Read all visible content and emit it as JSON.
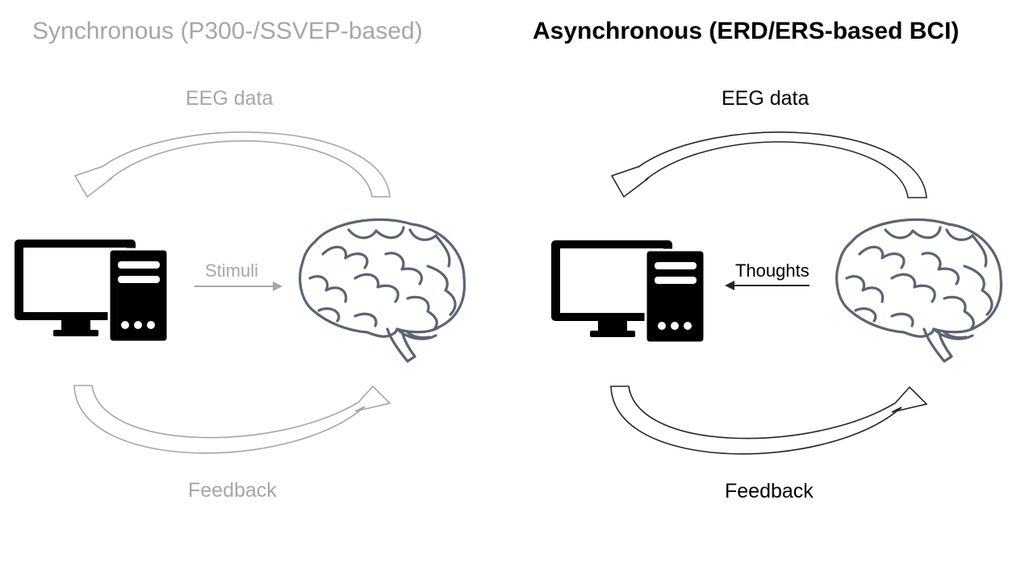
{
  "panels": [
    {
      "title": "Synchronous (P300-/SSVEP-based)",
      "top_label": "EEG data",
      "middle_label": "Stimuli",
      "middle_arrow_direction": "computer-to-brain",
      "bottom_label": "Feedback",
      "emphasis": "muted",
      "text_color": "#a6a6a6",
      "stroke_color": "#a6a6a6",
      "computer_color": "#000000",
      "brain_color": "#5b6472",
      "icons": [
        "computer-icon",
        "brain-icon"
      ]
    },
    {
      "title": "Asynchronous (ERD/ERS-based BCI)",
      "top_label": "EEG data",
      "middle_label": "Thoughts",
      "middle_arrow_direction": "brain-to-computer",
      "bottom_label": "Feedback",
      "emphasis": "bold",
      "text_color": "#000000",
      "stroke_color": "#262626",
      "computer_color": "#000000",
      "brain_color": "#5b6472",
      "icons": [
        "computer-icon",
        "brain-icon"
      ]
    }
  ]
}
